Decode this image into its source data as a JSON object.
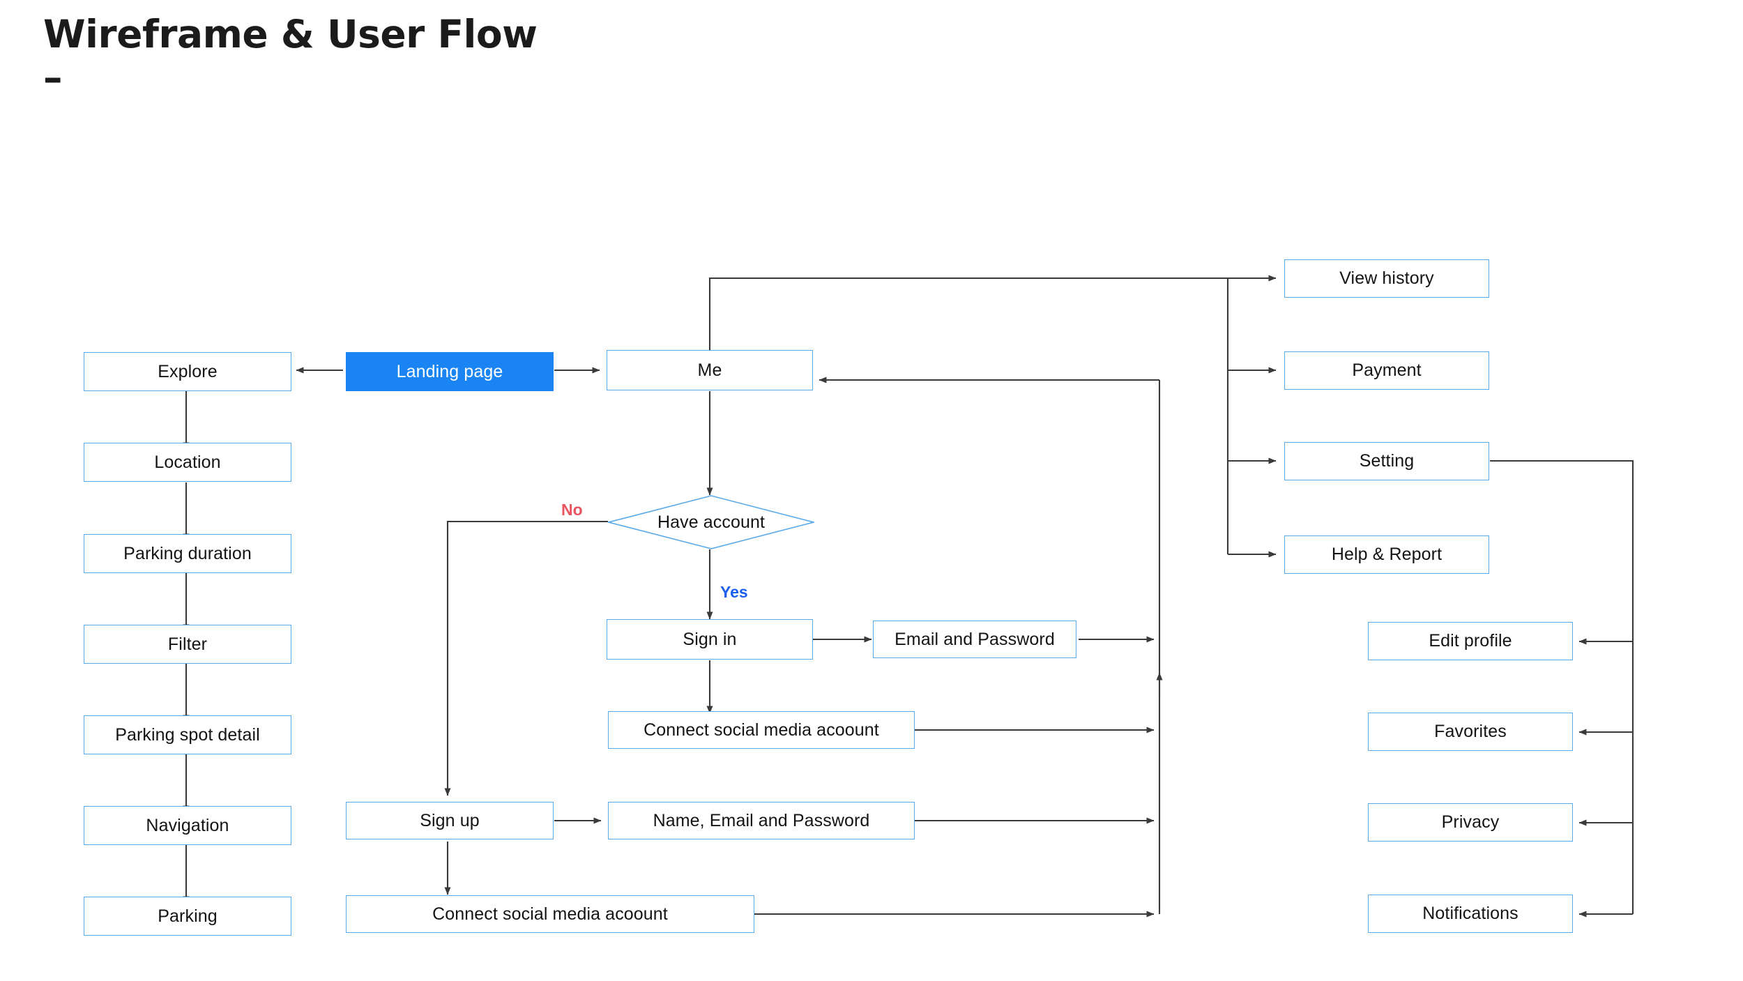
{
  "header": {
    "title": "Wireframe & User Flow",
    "dash": "–"
  },
  "colors": {
    "node_border": "#5aaae8",
    "accent_fill": "#1a85f2",
    "accent_text": "#ffffff",
    "connector": "#3a3a3a",
    "label_no": "#e8545f",
    "label_yes": "#1a5ff0",
    "title_text": "#1b1b1b",
    "background": "#ffffff"
  },
  "diagram": {
    "type": "flowchart",
    "nodes": {
      "explore": {
        "label": "Explore",
        "shape": "rect",
        "style": "outline"
      },
      "landing_page": {
        "label": "Landing page",
        "shape": "rect",
        "style": "filled"
      },
      "me": {
        "label": "Me",
        "shape": "rect",
        "style": "outline"
      },
      "location": {
        "label": "Location",
        "shape": "rect",
        "style": "outline"
      },
      "parking_duration": {
        "label": "Parking duration",
        "shape": "rect",
        "style": "outline"
      },
      "filter": {
        "label": "Filter",
        "shape": "rect",
        "style": "outline"
      },
      "parking_spot_detail": {
        "label": "Parking spot detail",
        "shape": "rect",
        "style": "outline"
      },
      "navigation": {
        "label": "Navigation",
        "shape": "rect",
        "style": "outline"
      },
      "parking": {
        "label": "Parking",
        "shape": "rect",
        "style": "outline"
      },
      "have_account": {
        "label": "Have account",
        "shape": "diamond",
        "style": "outline"
      },
      "sign_in": {
        "label": "Sign in",
        "shape": "rect",
        "style": "outline"
      },
      "email_password": {
        "label": "Email and Password",
        "shape": "rect",
        "style": "outline"
      },
      "connect_social_in": {
        "label": "Connect social media acoount",
        "shape": "rect",
        "style": "outline"
      },
      "sign_up": {
        "label": "Sign up",
        "shape": "rect",
        "style": "outline"
      },
      "name_email_password": {
        "label": "Name, Email and Password",
        "shape": "rect",
        "style": "outline"
      },
      "connect_social_up": {
        "label": "Connect social media acoount",
        "shape": "rect",
        "style": "outline"
      },
      "view_history": {
        "label": "View history",
        "shape": "rect",
        "style": "outline"
      },
      "payment": {
        "label": "Payment",
        "shape": "rect",
        "style": "outline"
      },
      "setting": {
        "label": "Setting",
        "shape": "rect",
        "style": "outline"
      },
      "help_report": {
        "label": "Help & Report",
        "shape": "rect",
        "style": "outline"
      },
      "edit_profile": {
        "label": "Edit profile",
        "shape": "rect",
        "style": "outline"
      },
      "favorites": {
        "label": "Favorites",
        "shape": "rect",
        "style": "outline"
      },
      "privacy": {
        "label": "Privacy",
        "shape": "rect",
        "style": "outline"
      },
      "notifications": {
        "label": "Notifications",
        "shape": "rect",
        "style": "outline"
      }
    },
    "edge_labels": {
      "no": "No",
      "yes": "Yes"
    },
    "edges": [
      {
        "from": "landing_page",
        "to": "explore",
        "label": ""
      },
      {
        "from": "landing_page",
        "to": "me",
        "label": ""
      },
      {
        "from": "explore",
        "to": "location",
        "label": ""
      },
      {
        "from": "location",
        "to": "parking_duration",
        "label": ""
      },
      {
        "from": "parking_duration",
        "to": "filter",
        "label": ""
      },
      {
        "from": "filter",
        "to": "parking_spot_detail",
        "label": ""
      },
      {
        "from": "parking_spot_detail",
        "to": "navigation",
        "label": ""
      },
      {
        "from": "navigation",
        "to": "parking",
        "label": ""
      },
      {
        "from": "me",
        "to": "have_account",
        "label": ""
      },
      {
        "from": "me",
        "to": "view_history",
        "label": ""
      },
      {
        "from": "me",
        "to": "payment",
        "label": ""
      },
      {
        "from": "me",
        "to": "setting",
        "label": ""
      },
      {
        "from": "me",
        "to": "help_report",
        "label": ""
      },
      {
        "from": "have_account",
        "to": "sign_in",
        "label": "Yes"
      },
      {
        "from": "have_account",
        "to": "sign_up",
        "label": "No"
      },
      {
        "from": "sign_in",
        "to": "email_password",
        "label": ""
      },
      {
        "from": "sign_in",
        "to": "connect_social_in",
        "label": ""
      },
      {
        "from": "email_password",
        "to": "me",
        "label": ""
      },
      {
        "from": "connect_social_in",
        "to": "me",
        "label": ""
      },
      {
        "from": "sign_up",
        "to": "name_email_password",
        "label": ""
      },
      {
        "from": "sign_up",
        "to": "connect_social_up",
        "label": ""
      },
      {
        "from": "name_email_password",
        "to": "me",
        "label": ""
      },
      {
        "from": "connect_social_up",
        "to": "me",
        "label": ""
      },
      {
        "from": "setting",
        "to": "edit_profile",
        "label": ""
      },
      {
        "from": "setting",
        "to": "favorites",
        "label": ""
      },
      {
        "from": "setting",
        "to": "privacy",
        "label": ""
      },
      {
        "from": "setting",
        "to": "notifications",
        "label": ""
      }
    ]
  }
}
